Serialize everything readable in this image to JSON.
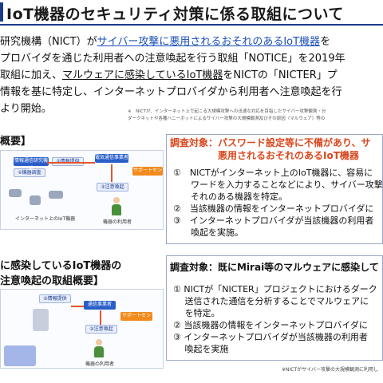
{
  "title": "IoT機器のセキュリティ対策に係る取組について",
  "intro": {
    "line1_pre": "研究機構（NICT）が",
    "line1_hl": "サイバー攻撃に悪用されるおそれのあるIoT機器",
    "line1_post": "を",
    "line2": "プロバイダを通じた利用者への注意喚起を行う取組「NOTICE」を2019年",
    "line3_pre": "取組に加え、",
    "line3_hl": "マルウェアに感染しているIoT機器",
    "line3_post": "をNICTの「NICTER」プ",
    "line4": "情報を基に特定し、インターネットプロバイダから利用者へ注意喚起を行",
    "line5": "より開始。"
  },
  "note": {
    "line1": "※　NICTが、インターネット上で起こる大規模攻撃への迅速な対応を目指したサイバー攻撃観測・分",
    "line2": "ダークネットや各種ハニーポットによるサイバー攻撃の大規模観測及びその原因（マルウェア）等の"
  },
  "section1": {
    "title": "概要】",
    "diagram": {
      "box_survey": "①機器調査",
      "box_info": "②情報提供",
      "box_nict": "情報通信研究機構",
      "box_isp": "電気通信事業者",
      "box_support": "サポートセンター",
      "box_alert": "③注意喚起",
      "label_iot": "インターネット上のIoT機器",
      "label_user": "機器の利用者"
    },
    "panel": {
      "head_line1": "調査対象：パスワード設定等に不備があり、サ",
      "head_line2": "悪用されるおそれのあるIoT機器",
      "items": [
        "①　NICTがインターネット上のIoT機器に、容易に",
        "　　ワードを入力することなどにより、サイバー攻撃",
        "　　それのある機器を特定。",
        "②　当該機器の情報をインターネットプロバイダに",
        "③　インターネットプロバイダが当該機器の利用者",
        "　　喚起を実施。"
      ]
    }
  },
  "section2": {
    "title_line1": "に感染しているIoT機器の",
    "title_line2": "注意喚起の取組概要】",
    "diagram": {
      "box_info": "②情報提供",
      "box_isp": "通信事業者",
      "box_support": "サポートセンター",
      "box_alert": "③注意喚起",
      "label_user": "機器の利用者"
    },
    "panel": {
      "head": "調査対象：既にMirai等のマルウェアに感染して",
      "items": [
        "① NICTが「NICTER」プロジェクトにおけるダーク",
        "　 送信された通信を分析することでマルウェアに",
        "　 を特定。",
        "② 当該機器の情報をインターネットプロバイダに",
        "③ インターネットプロバイダが当該機器の利用者",
        "　 喚起を実施"
      ]
    }
  },
  "bottom_note": "※NICTがサイバー攻撃の大規模観測に利用し",
  "colors": {
    "title_bar": "#1a3a8c",
    "highlight_blue": "#1a4fb8",
    "panel_head_orange": "#d9481e",
    "box_blue": "#2a5fc9",
    "box_orange": "#f28a1c"
  }
}
